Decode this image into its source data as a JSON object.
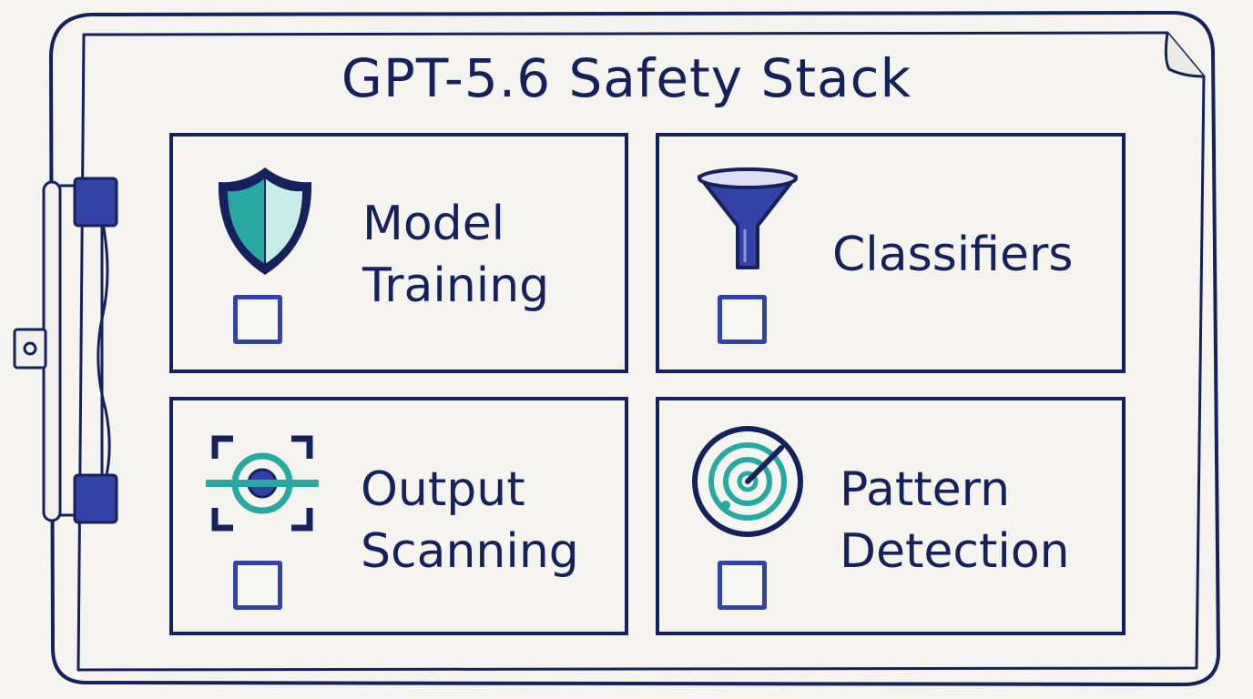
{
  "title": "GPT-5.6 Safety Stack",
  "colors": {
    "ink": "#16205a",
    "accent_blue": "#3342a6",
    "accent_teal": "#27a8a0",
    "paper": "#f5f4f0"
  },
  "cards": [
    {
      "label": "Model\nTraining",
      "icon": "shield-icon",
      "checked": false
    },
    {
      "label": "Classifiers",
      "icon": "funnel-icon",
      "checked": false
    },
    {
      "label": "Output\nScanning",
      "icon": "scan-icon",
      "checked": false
    },
    {
      "label": "Pattern\nDetection",
      "icon": "radar-icon",
      "checked": false
    }
  ]
}
